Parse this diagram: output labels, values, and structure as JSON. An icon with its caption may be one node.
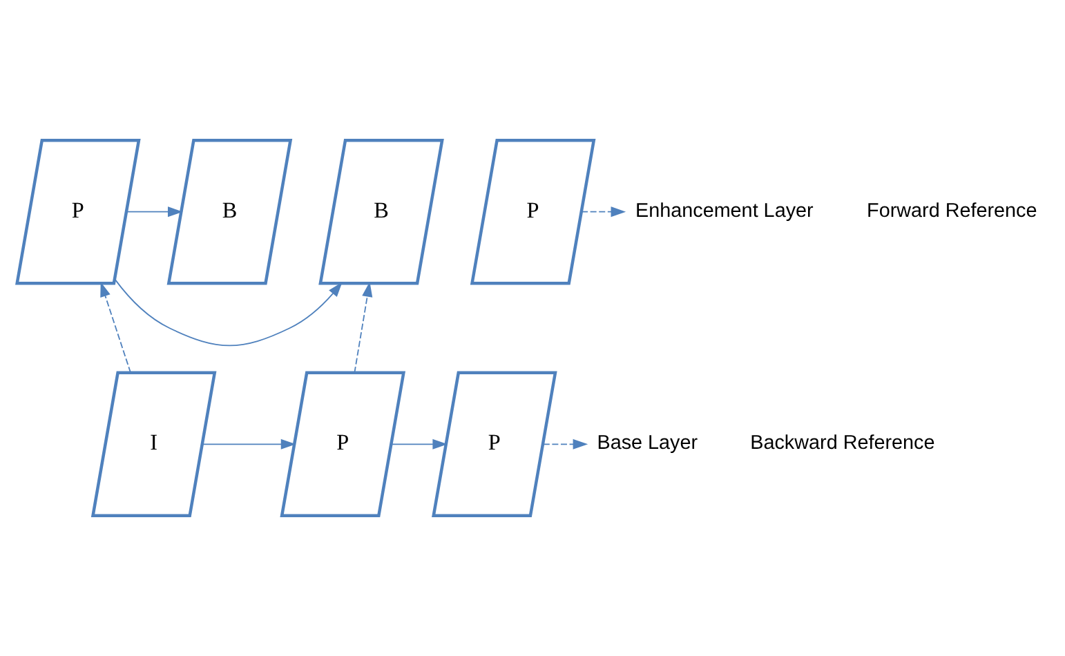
{
  "diagram": {
    "nodes": [
      {
        "text": [
          "P"
        ]
      },
      {
        "text": [
          "B"
        ]
      },
      {
        "text": [
          "B"
        ]
      },
      {
        "text": [
          "P"
        ]
      },
      {
        "text": [
          "Enhancement Layer"
        ]
      },
      {
        "text": [
          "I"
        ]
      },
      {
        "text": [
          "P"
        ]
      },
      {
        "text": [
          "P"
        ]
      },
      {
        "text": [
          "Base Layer"
        ]
      }
    ],
    "edges": [
      {
        "from": 0,
        "to": 1,
        "arrow": "to"
      },
      {
        "from": 0,
        "to": 2,
        "arrow": "to"
      },
      {
        "from": 5,
        "to": 0,
        "arrow": "to",
        "style": "dashed"
      },
      {
        "from": 6,
        "to": 1,
        "arrow": "to",
        "style": "dashed"
      },
      {
        "from": 3,
        "to": 4,
        "arrow": "to",
        "style": "dashed"
      },
      {
        "from": 5,
        "to": 6,
        "arrow": "to"
      },
      {
        "from": 6,
        "to": 7,
        "arrow": "to"
      },
      {
        "from": 7,
        "to": 8,
        "arrow": "to",
        "style": "dashed"
      }
    ],
    "labels": [
      "Forward Reference",
      "Backward Reference"
    ]
  }
}
